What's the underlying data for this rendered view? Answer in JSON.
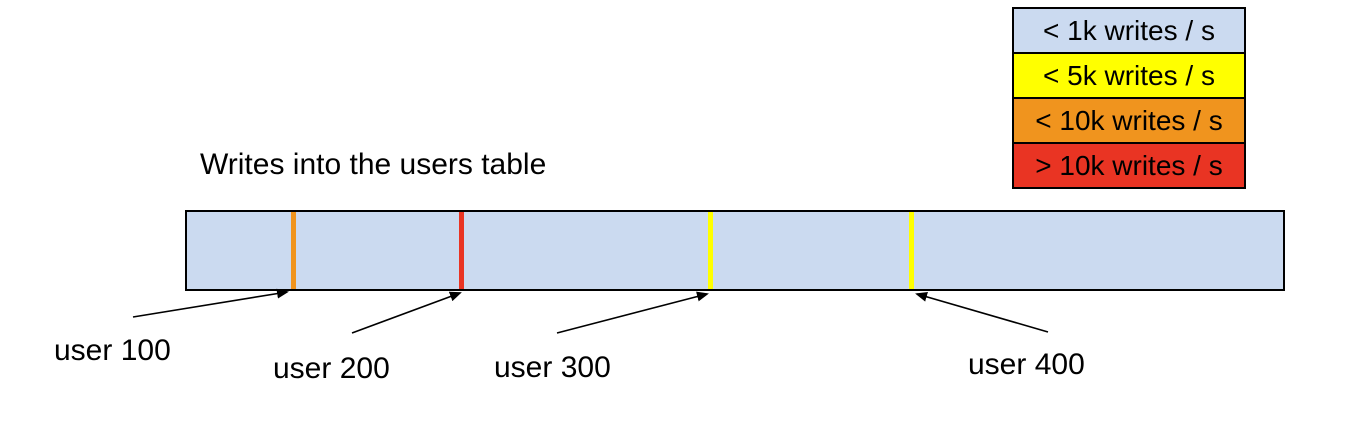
{
  "title": "Writes into the users table",
  "legend": {
    "items": [
      {
        "label": "< 1k writes / s",
        "color": "#cbdaf0"
      },
      {
        "label": "< 5k writes / s",
        "color": "#ffff00"
      },
      {
        "label": "< 10k writes / s",
        "color": "#f0941e"
      },
      {
        "label": "> 10k writes / s",
        "color": "#e93423"
      }
    ]
  },
  "users_table_bar": {
    "fill": "#cbdaf0",
    "border_color": "#000000",
    "write_hotspots": [
      {
        "user": "user 100",
        "color": "#f0941e",
        "position_pct": "9.5%"
      },
      {
        "user": "user 200",
        "color": "#e93423",
        "position_pct": "24.8%"
      },
      {
        "user": "user 300",
        "color": "#ffff00",
        "position_pct": "47.5%"
      },
      {
        "user": "user 400",
        "color": "#ffff00",
        "position_pct": "65.9%"
      }
    ]
  }
}
